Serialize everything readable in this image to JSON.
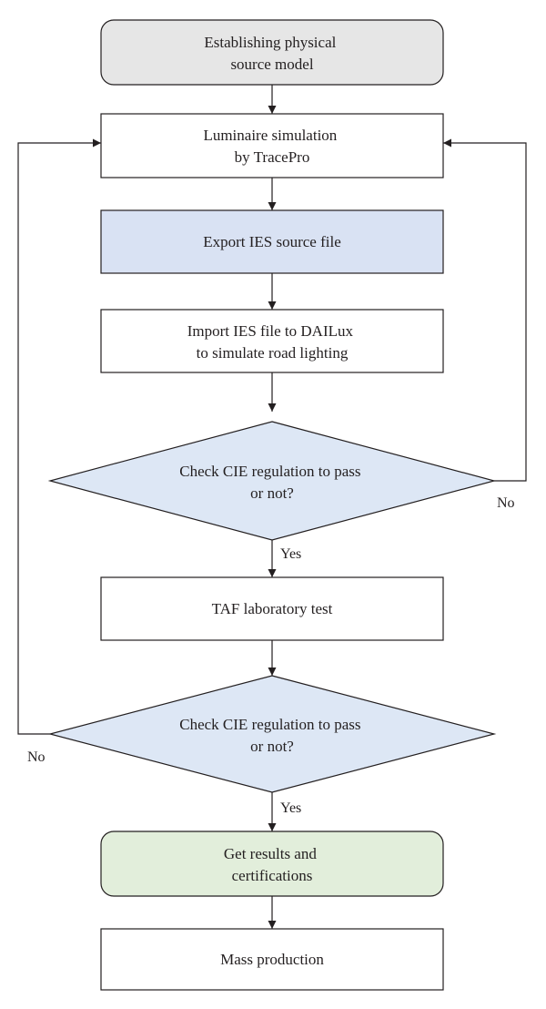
{
  "colors": {
    "stroke": "#231f20",
    "text": "#231f20",
    "start_fill": "#e6e6e6",
    "process_fill": "#ffffff",
    "highlight_fill": "#d9e2f3",
    "decision_fill": "#dde7f5",
    "end_fill": "#e2eedb"
  },
  "nodes": {
    "establish": {
      "lines": [
        "Establishing physical",
        "source model"
      ]
    },
    "luminaire": {
      "lines": [
        "Luminaire simulation",
        "by TracePro"
      ]
    },
    "export_ies": {
      "lines": [
        "Export IES source file"
      ]
    },
    "import_ies": {
      "lines": [
        "Import IES file to DAILux",
        "to simulate road lighting"
      ]
    },
    "check1": {
      "lines": [
        "Check CIE regulation to pass",
        "or not?"
      ]
    },
    "taf": {
      "lines": [
        "TAF laboratory test"
      ]
    },
    "check2": {
      "lines": [
        "Check CIE regulation to pass",
        "or not?"
      ]
    },
    "results": {
      "lines": [
        "Get results and",
        "certifications"
      ]
    },
    "mass": {
      "lines": [
        "Mass production"
      ]
    }
  },
  "edges": {
    "check1_yes": "Yes",
    "check1_no": "No",
    "check2_yes": "Yes",
    "check2_no": "No"
  }
}
